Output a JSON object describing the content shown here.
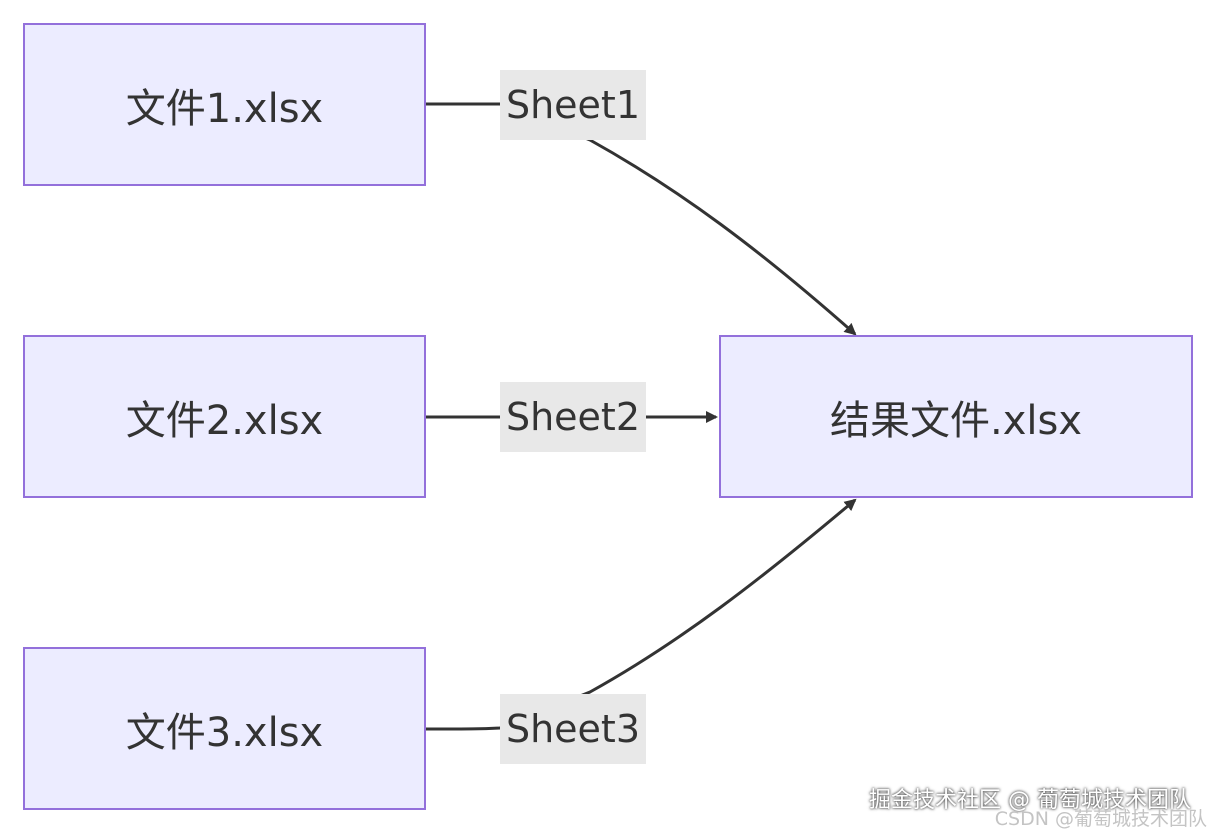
{
  "diagram": {
    "sources": [
      {
        "label": "文件1.xlsx",
        "edge_label": "Sheet1"
      },
      {
        "label": "文件2.xlsx",
        "edge_label": "Sheet2"
      },
      {
        "label": "文件3.xlsx",
        "edge_label": "Sheet3"
      }
    ],
    "target": {
      "label": "结果文件.xlsx"
    },
    "colors": {
      "node_fill": "#ececff",
      "node_border": "#9370db",
      "edge": "#333333",
      "edge_label_bg": "#e8e8e8",
      "text": "#333333"
    }
  },
  "watermarks": {
    "juejin": "掘金技术社区 @ 葡萄城技术团队",
    "csdn": "CSDN @葡萄城技术团队"
  }
}
